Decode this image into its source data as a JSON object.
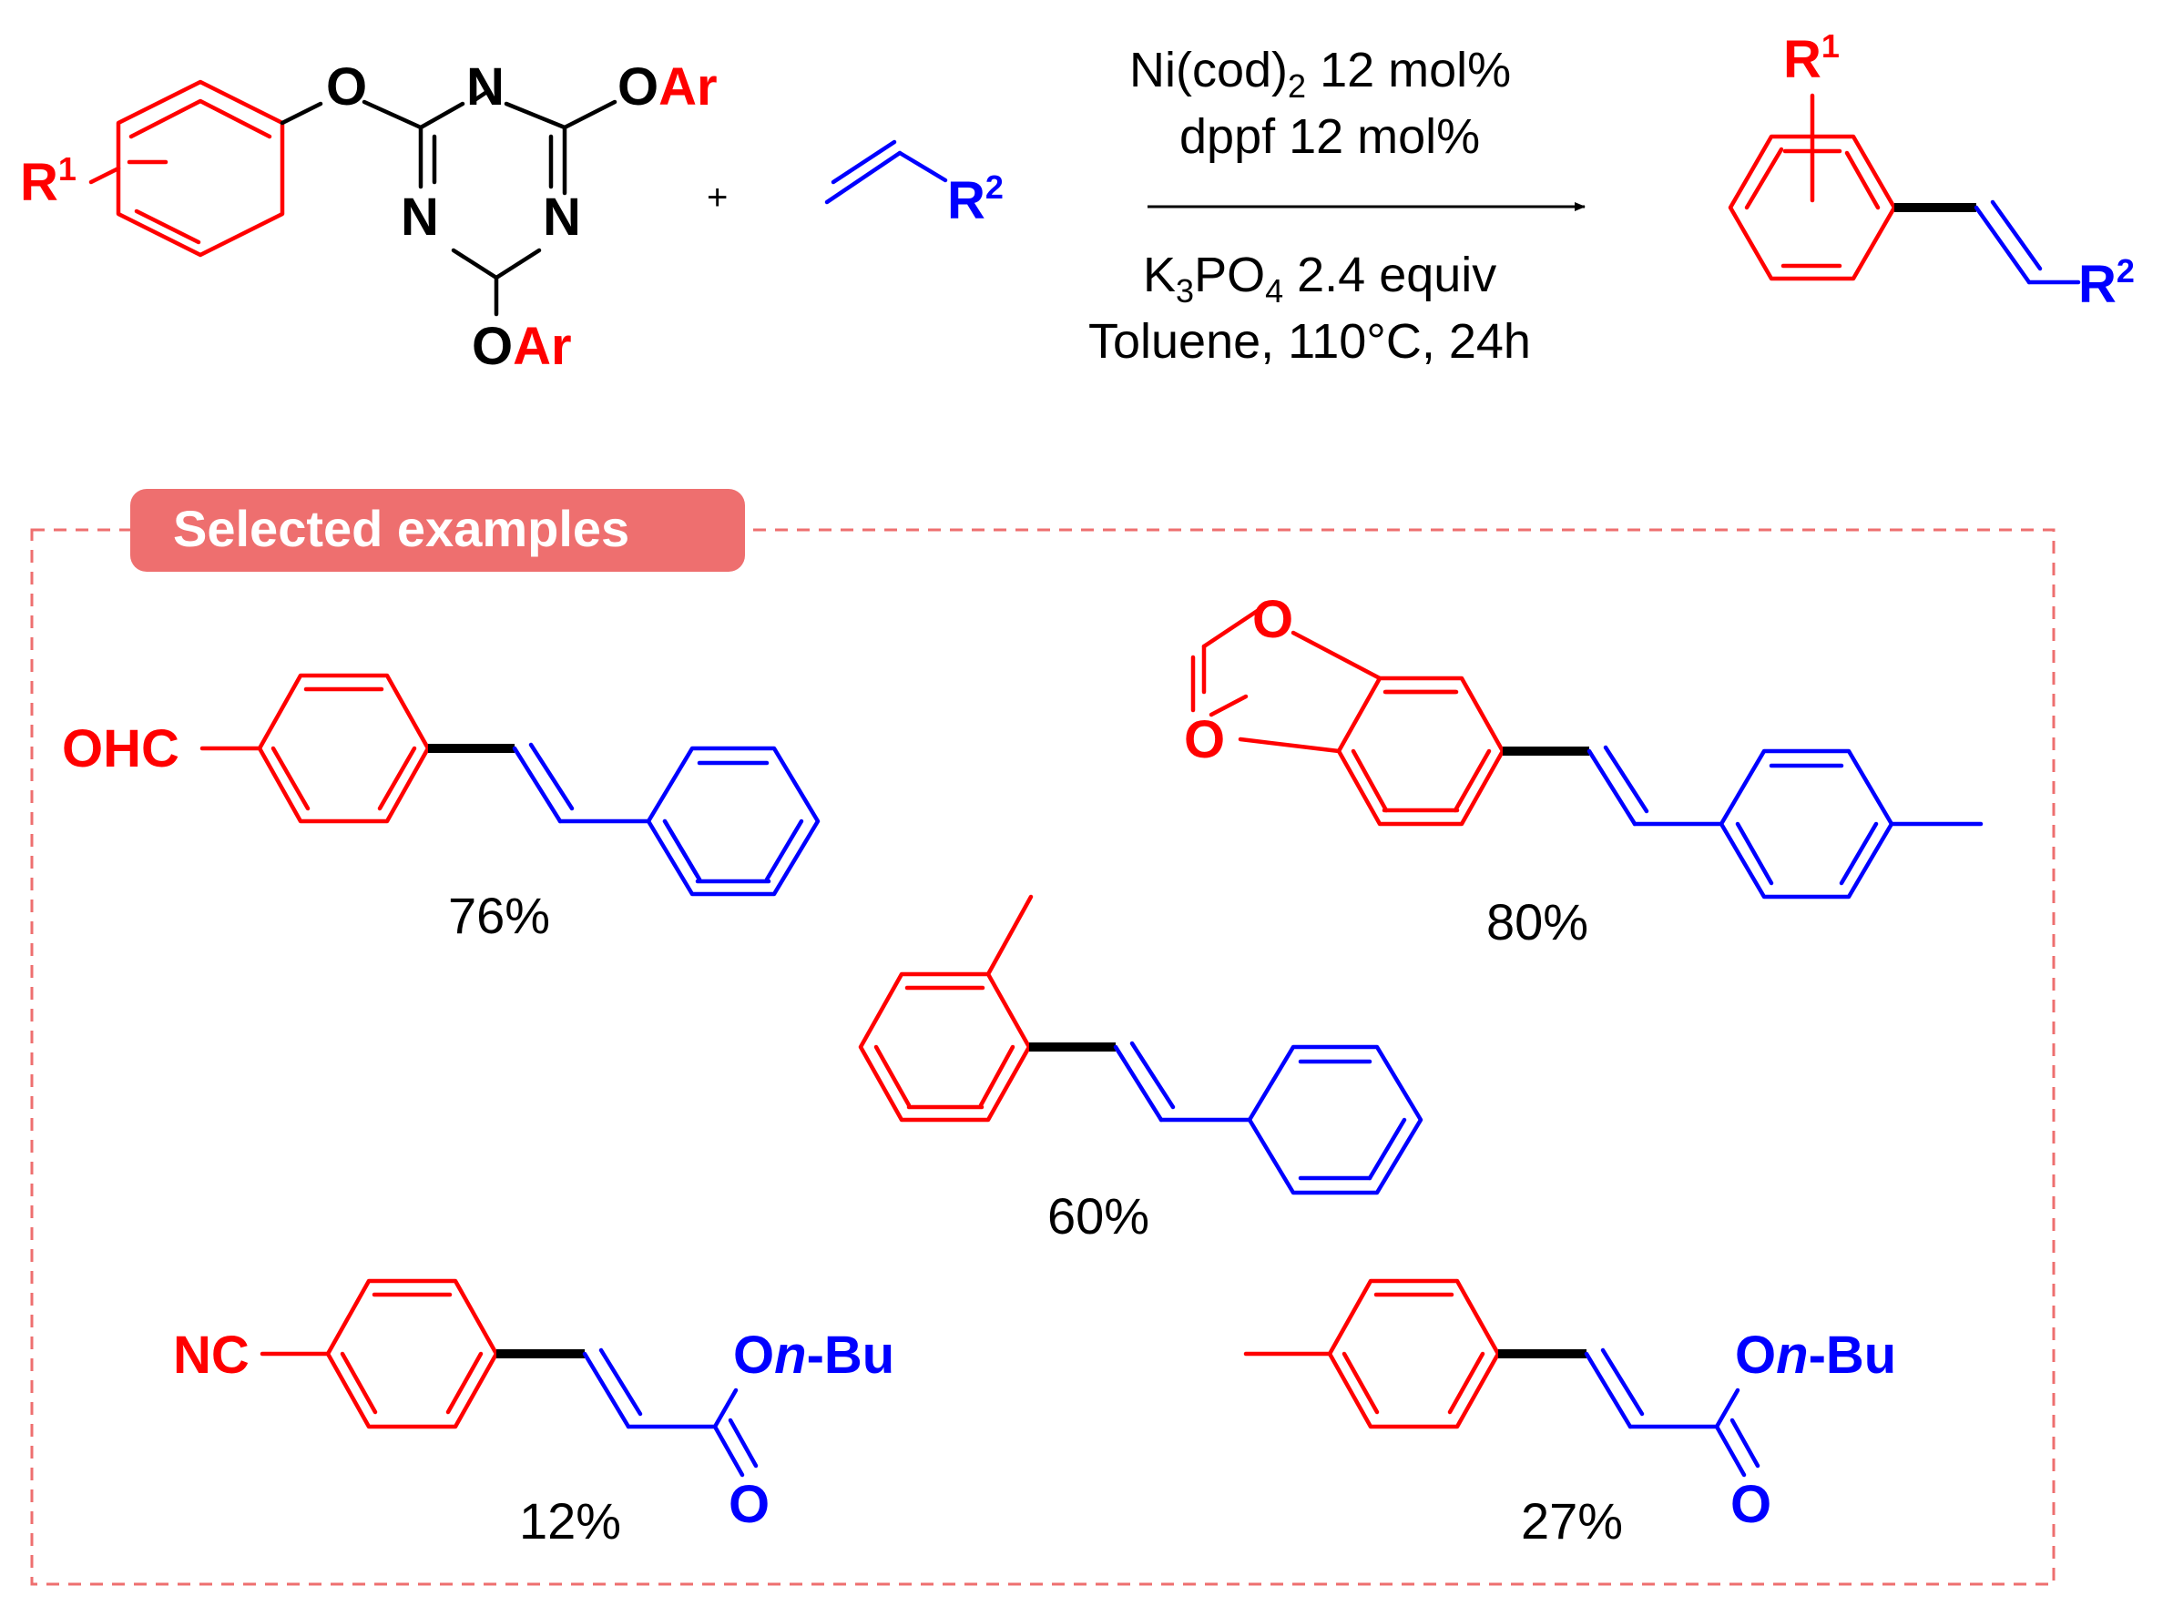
{
  "colors": {
    "substrate_aryl": "#ff0000",
    "alkene_partner": "#0000ff",
    "new_bond": "#000000",
    "badge_fill": "#ee6f6f",
    "dashed_frame": "#ee6f6f"
  },
  "reaction": {
    "reactant1": {
      "r1": "R",
      "r1_sup": "1",
      "o_link": "O",
      "n1": "N",
      "n2": "N",
      "n3": "N",
      "oar1_o": "O",
      "oar1_ar": "Ar",
      "oar2_o": "O",
      "oar2_ar": "Ar"
    },
    "plus": "+",
    "reactant2": {
      "r2": "R",
      "r2_sup": "2"
    },
    "conditions": {
      "line1_a": "Ni(cod)",
      "line1_sub": "2",
      "line1_b": " 12 mol%",
      "line2": "dppf 12 mol%",
      "line3_a": "K",
      "line3_sub1": "3",
      "line3_b": "PO",
      "line3_sub2": "4",
      "line3_c": " 2.4 equiv",
      "line4": "Toluene,  110°C, 24h"
    },
    "product": {
      "r1": "R",
      "r1_sup": "1",
      "r2": "R",
      "r2_sup": "2"
    }
  },
  "examples": {
    "badge": "Selected examples",
    "items": [
      {
        "substituent": "OHC",
        "yield": "76%"
      },
      {
        "substituent_o1": "O",
        "substituent_o2": "O",
        "yield": "80%"
      },
      {
        "yield": "60%"
      },
      {
        "substituent": "NC",
        "ester_o": "O",
        "ester_italic": "n",
        "ester_rest": "-Bu",
        "carbonyl_o": "O",
        "yield": "12%"
      },
      {
        "ester_o": "O",
        "ester_italic": "n",
        "ester_rest": "-Bu",
        "carbonyl_o": "O",
        "yield": "27%"
      }
    ]
  }
}
